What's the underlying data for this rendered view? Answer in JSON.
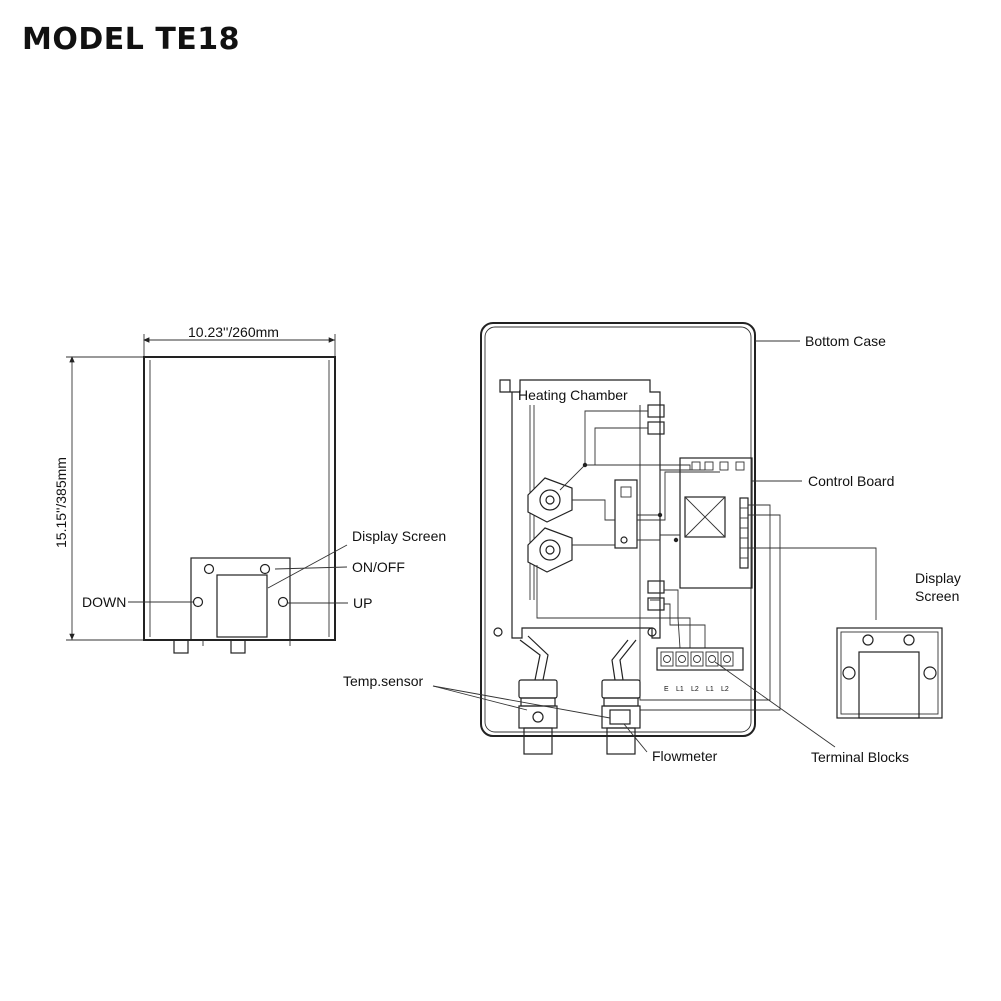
{
  "title": "MODEL TE18",
  "dimensions": {
    "width": "10.23''/260mm",
    "height": "15.15''/385mm"
  },
  "front_labels": {
    "display_screen": "Display Screen",
    "on_off": "ON/OFF",
    "down": "DOWN",
    "up": "UP"
  },
  "interior_labels": {
    "heating_chamber": "Heating Chamber",
    "bottom_case": "Bottom Case",
    "control_board": "Control Board",
    "display_screen": "Display\nScreen",
    "display_screen_line1": "Display",
    "display_screen_line2": "Screen",
    "temp_sensor": "Temp.sensor",
    "flowmeter": "Flowmeter",
    "terminal_blocks": "Terminal Blocks"
  },
  "terminal_labels": [
    "E",
    "L1",
    "L2",
    "L1",
    "L2"
  ]
}
